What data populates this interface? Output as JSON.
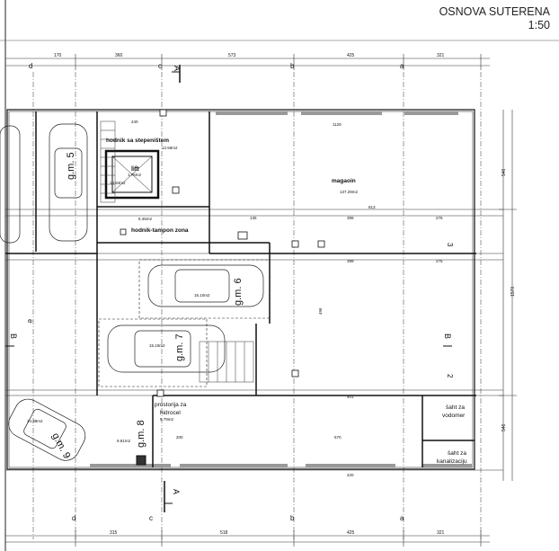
{
  "header": {
    "title": "OSNOVA SUTERENA",
    "scale": "1:50"
  },
  "rooms": {
    "hallway_stairs": "hodnik sa stepeništem",
    "hallway_stairs_area": "12.56m2",
    "lift": "lift",
    "lift_area": "1.76m2",
    "lift_sub": "18.94m2",
    "buffer_zone": "hodnik-tampon zona",
    "buffer_zone_area": "5.45m2",
    "storage": "magaoin",
    "storage_area": "137.29m2",
    "hydro_room_line1": "prostorija za",
    "hydro_room_line2": "hidrocel",
    "hydro_room_area": "5.79m2",
    "water_shaft_line1": "šaht za",
    "water_shaft_line2": "vodomer",
    "sewer_shaft_line1": "šaht za",
    "sewer_shaft_line2": "kanalizaciju"
  },
  "parking": {
    "gm5": "g.m. 5",
    "gm6": "g.m. 6",
    "gm7": "g.m. 7",
    "gm8": "g.m. 8",
    "gm9": "g.m. 9",
    "gm6_area": "15.10m2",
    "gm7_area": "15.10m2",
    "gm8_area": "9.81m2",
    "gm9_area": "14.39m2"
  },
  "section_marks": {
    "a_top": "A",
    "a_bottom": "A",
    "b_left": "B",
    "b_right": "B"
  },
  "axes": {
    "top": [
      "d",
      "c",
      "b",
      "a"
    ],
    "bottom": [
      "d",
      "c",
      "b",
      "a"
    ],
    "left": [
      "e"
    ],
    "right": [
      "3",
      "2"
    ]
  },
  "dims_top": [
    "170",
    "360",
    "573",
    "425",
    "321"
  ],
  "dims_bottom": [
    "315",
    "518",
    "425",
    "321"
  ],
  "dims_right": [
    "546",
    "1570",
    "546"
  ],
  "dims_interior": [
    "1129",
    "240",
    "813",
    "399",
    "276",
    "135",
    "399",
    "275",
    "401",
    "570",
    "420",
    "496",
    "200"
  ]
}
